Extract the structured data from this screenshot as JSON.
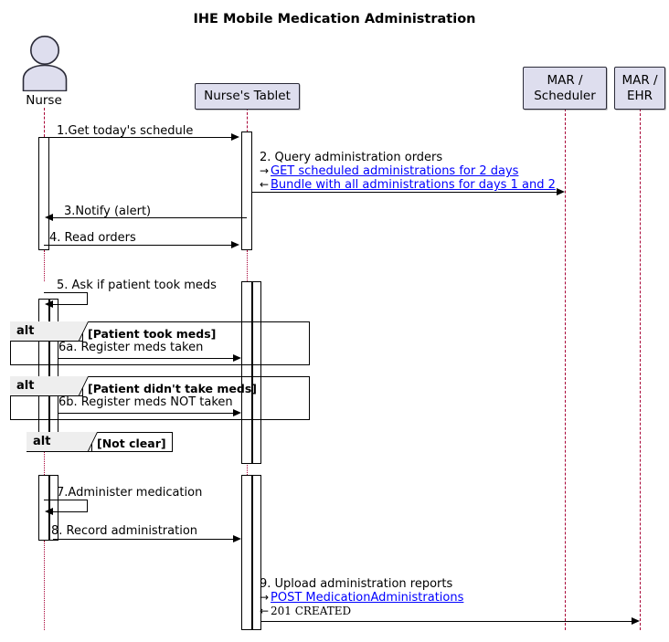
{
  "diagram": {
    "title": "IHE Mobile Medication Administration",
    "type": "uml-sequence-diagram",
    "colors": {
      "participant_fill": "#DEDEEE",
      "participant_border": "#2B2B38",
      "lifeline": "#A80036",
      "link_text": "#0000FF",
      "fragment_tab_fill": "#EEEEEE",
      "arrow": "#000000"
    }
  },
  "participants": [
    {
      "id": "nurse",
      "label": "Nurse",
      "kind": "actor"
    },
    {
      "id": "tablet",
      "label": "Nurse's Tablet",
      "kind": "participant"
    },
    {
      "id": "scheduler",
      "label": "MAR /\nScheduler",
      "label_line1": "MAR /",
      "label_line2": "Scheduler",
      "kind": "participant"
    },
    {
      "id": "ehr",
      "label": "MAR /\nEHR",
      "label_line1": "MAR /",
      "label_line2": "EHR",
      "kind": "participant"
    }
  ],
  "messages": [
    {
      "num": "1",
      "label": "1.Get today's schedule",
      "from": "nurse",
      "to": "tablet",
      "direction": "right",
      "style": "solid"
    },
    {
      "num": "2",
      "label": "2. Query administration orders",
      "from": "tablet",
      "to": "scheduler",
      "direction": "right",
      "style": "solid",
      "request": {
        "arrow": "→",
        "text": "GET scheduled administrations for 2 days",
        "link": true
      },
      "response": {
        "arrow": "←",
        "text": "Bundle with all administrations for days 1 and 2",
        "link": true
      }
    },
    {
      "num": "3",
      "label": "3.Notify (alert)",
      "from": "tablet",
      "to": "nurse",
      "direction": "left",
      "style": "solid"
    },
    {
      "num": "4",
      "label": "4. Read orders",
      "from": "nurse",
      "to": "tablet",
      "direction": "right",
      "style": "solid"
    },
    {
      "num": "5",
      "label": "5. Ask if patient took meds",
      "from": "nurse",
      "to": "nurse",
      "direction": "self",
      "style": "solid"
    },
    {
      "num": "6a",
      "label": "6a. Register meds taken",
      "from": "nurse",
      "to": "tablet",
      "direction": "right",
      "style": "solid"
    },
    {
      "num": "6b",
      "label": "6b. Register meds NOT taken",
      "from": "nurse",
      "to": "tablet",
      "direction": "right",
      "style": "solid"
    },
    {
      "num": "7",
      "label": "7.Administer medication",
      "from": "nurse",
      "to": "nurse",
      "direction": "self",
      "style": "solid"
    },
    {
      "num": "8",
      "label": "8. Record administration",
      "from": "nurse",
      "to": "tablet",
      "direction": "right",
      "style": "solid"
    },
    {
      "num": "9",
      "label": "9. Upload administration reports",
      "from": "tablet",
      "to": "ehr",
      "direction": "right",
      "style": "solid",
      "request": {
        "arrow": "→",
        "text": "POST MedicationAdministrations",
        "link": true
      },
      "response": {
        "arrow": "←",
        "text": "201  CREATED",
        "link": false,
        "mono": true
      }
    }
  ],
  "fragments": [
    {
      "operator": "alt",
      "condition": "[Patient took meds]",
      "body_messages": [
        "6a"
      ]
    },
    {
      "operator": "alt",
      "condition": "[Patient didn't take meds]",
      "body_messages": [
        "6b"
      ]
    },
    {
      "operator": "alt",
      "condition": "[Not clear]",
      "body_messages": []
    }
  ]
}
